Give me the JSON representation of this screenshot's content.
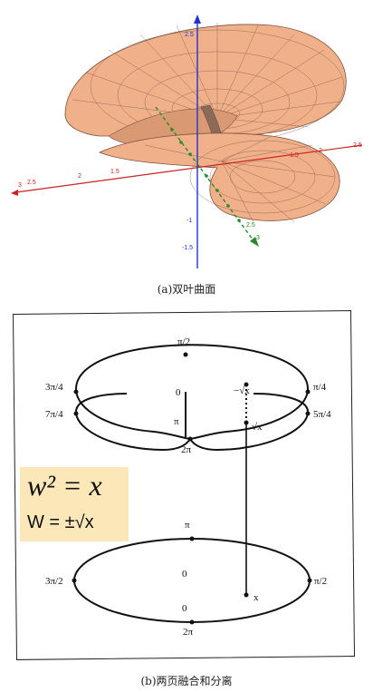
{
  "captions": {
    "a": "(a)双叶曲面",
    "b": "(b)两页融合和分离"
  },
  "colors": {
    "surface": "#f0b08a",
    "surface_line": "#7a5540",
    "axis_x": "#cc2222",
    "axis_y": "#2a8a2a",
    "axis_z": "#2233cc",
    "formula_box": "#fbe7b8"
  },
  "figure_a": {
    "x_ticks": [
      "3",
      "2.5",
      "2",
      "1.5",
      "1.5",
      "2",
      "2.5"
    ],
    "z_ticks": [
      "2.5",
      "-1",
      "-1.5"
    ],
    "y_ticks": [
      "2.5",
      "3"
    ]
  },
  "figure_b": {
    "top_sheet": {
      "label_top": "π/2",
      "label_left_upper": "3π/4",
      "label_left_lower": "7π/4",
      "label_right_upper": "π/4",
      "label_right_lower": "5π/4",
      "center_zero": "0",
      "center_pi": "π",
      "center_2pi": "2π",
      "neg_sqrt": "−√x",
      "pos_sqrt": "√x"
    },
    "bottom_sheet": {
      "label_top": "π",
      "label_left": "3π/2",
      "label_right": "π/2",
      "center_zero_1": "0",
      "center_zero_2": "0",
      "label_bottom": "2π",
      "point_x": "x"
    },
    "formula": {
      "line1": "w² = x",
      "line2": "W = ±√x"
    }
  }
}
